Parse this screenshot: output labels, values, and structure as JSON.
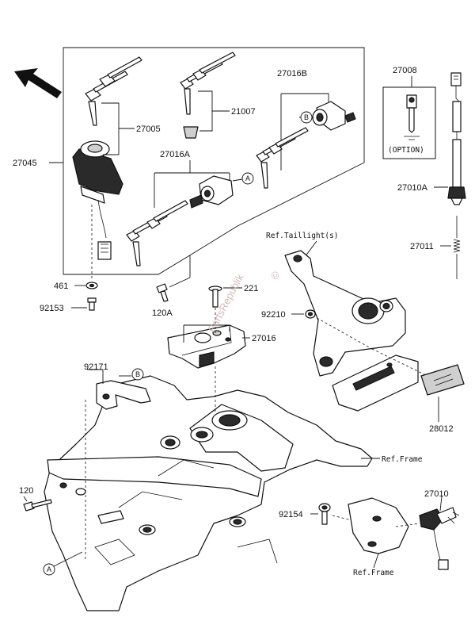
{
  "parts": {
    "p27045": "27045",
    "p27005": "27005",
    "p21007": "21007",
    "p27016B": "27016B",
    "p27016A": "27016A",
    "p461": "461",
    "p92153": "92153",
    "p120A": "120A",
    "p221": "221",
    "p92210": "92210",
    "p27016": "27016",
    "p92171": "92171",
    "p120": "120",
    "p92154": "92154",
    "p27010": "27010",
    "p27008": "27008",
    "p27010A": "27010A",
    "p27011": "27011",
    "p28012": "28012"
  },
  "refs": {
    "taillight": "Ref.Taillight(s)",
    "frame_right": "Ref.Frame",
    "frame_bottom": "Ref.Frame"
  },
  "option_label": "(OPTION)",
  "callouts": {
    "a": "A",
    "b": "B"
  },
  "watermark": "PartsRepublik"
}
